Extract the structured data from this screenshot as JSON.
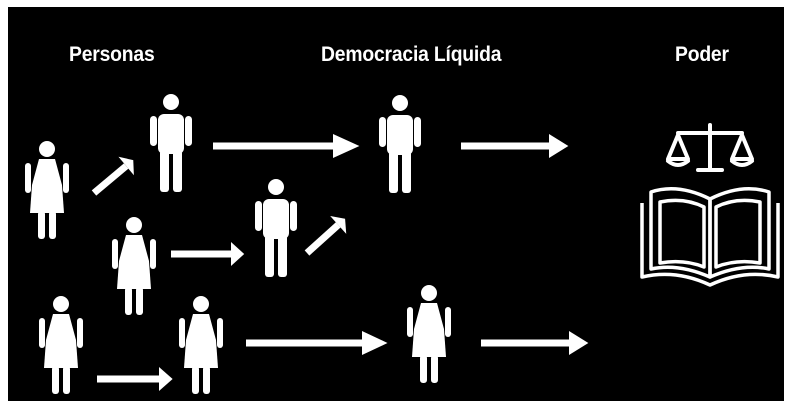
{
  "headings": {
    "personas": "Personas",
    "democracia": "Democracia Líquida",
    "poder": "Poder"
  },
  "colors": {
    "background": "#000000",
    "foreground": "#ffffff"
  },
  "figures": [
    {
      "id": "persona-1",
      "kind": "woman"
    },
    {
      "id": "persona-2",
      "kind": "man"
    },
    {
      "id": "persona-3",
      "kind": "woman"
    },
    {
      "id": "persona-4",
      "kind": "man"
    },
    {
      "id": "persona-5",
      "kind": "woman"
    },
    {
      "id": "persona-6",
      "kind": "woman"
    },
    {
      "id": "delegate-1",
      "kind": "man"
    },
    {
      "id": "delegate-2",
      "kind": "woman"
    }
  ],
  "power_icon": [
    "scales-of-justice-icon",
    "open-book-icon"
  ]
}
